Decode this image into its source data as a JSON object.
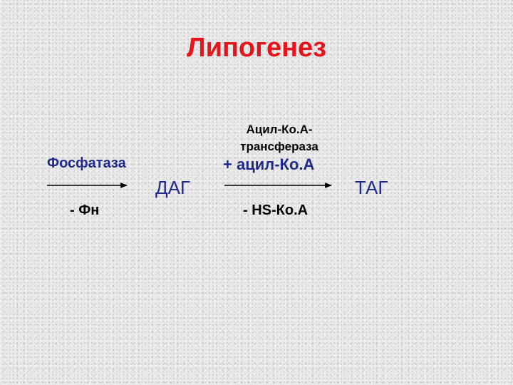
{
  "title": "Липогенез",
  "colors": {
    "title": "#e8141b",
    "text": "#1f2a8a",
    "background": "#e8e8e8"
  },
  "reaction": {
    "step1": {
      "enzyme": "Фосфатаза",
      "removed": "- Фн"
    },
    "intermediate": "ДАГ",
    "step2": {
      "enzyme_line1": "Ацил-Ко.А-",
      "enzyme_line2": "трансфераза",
      "added": "+ ацил-Ко.А",
      "removed": "- HS-Ко.А"
    },
    "product": "ТАГ"
  }
}
